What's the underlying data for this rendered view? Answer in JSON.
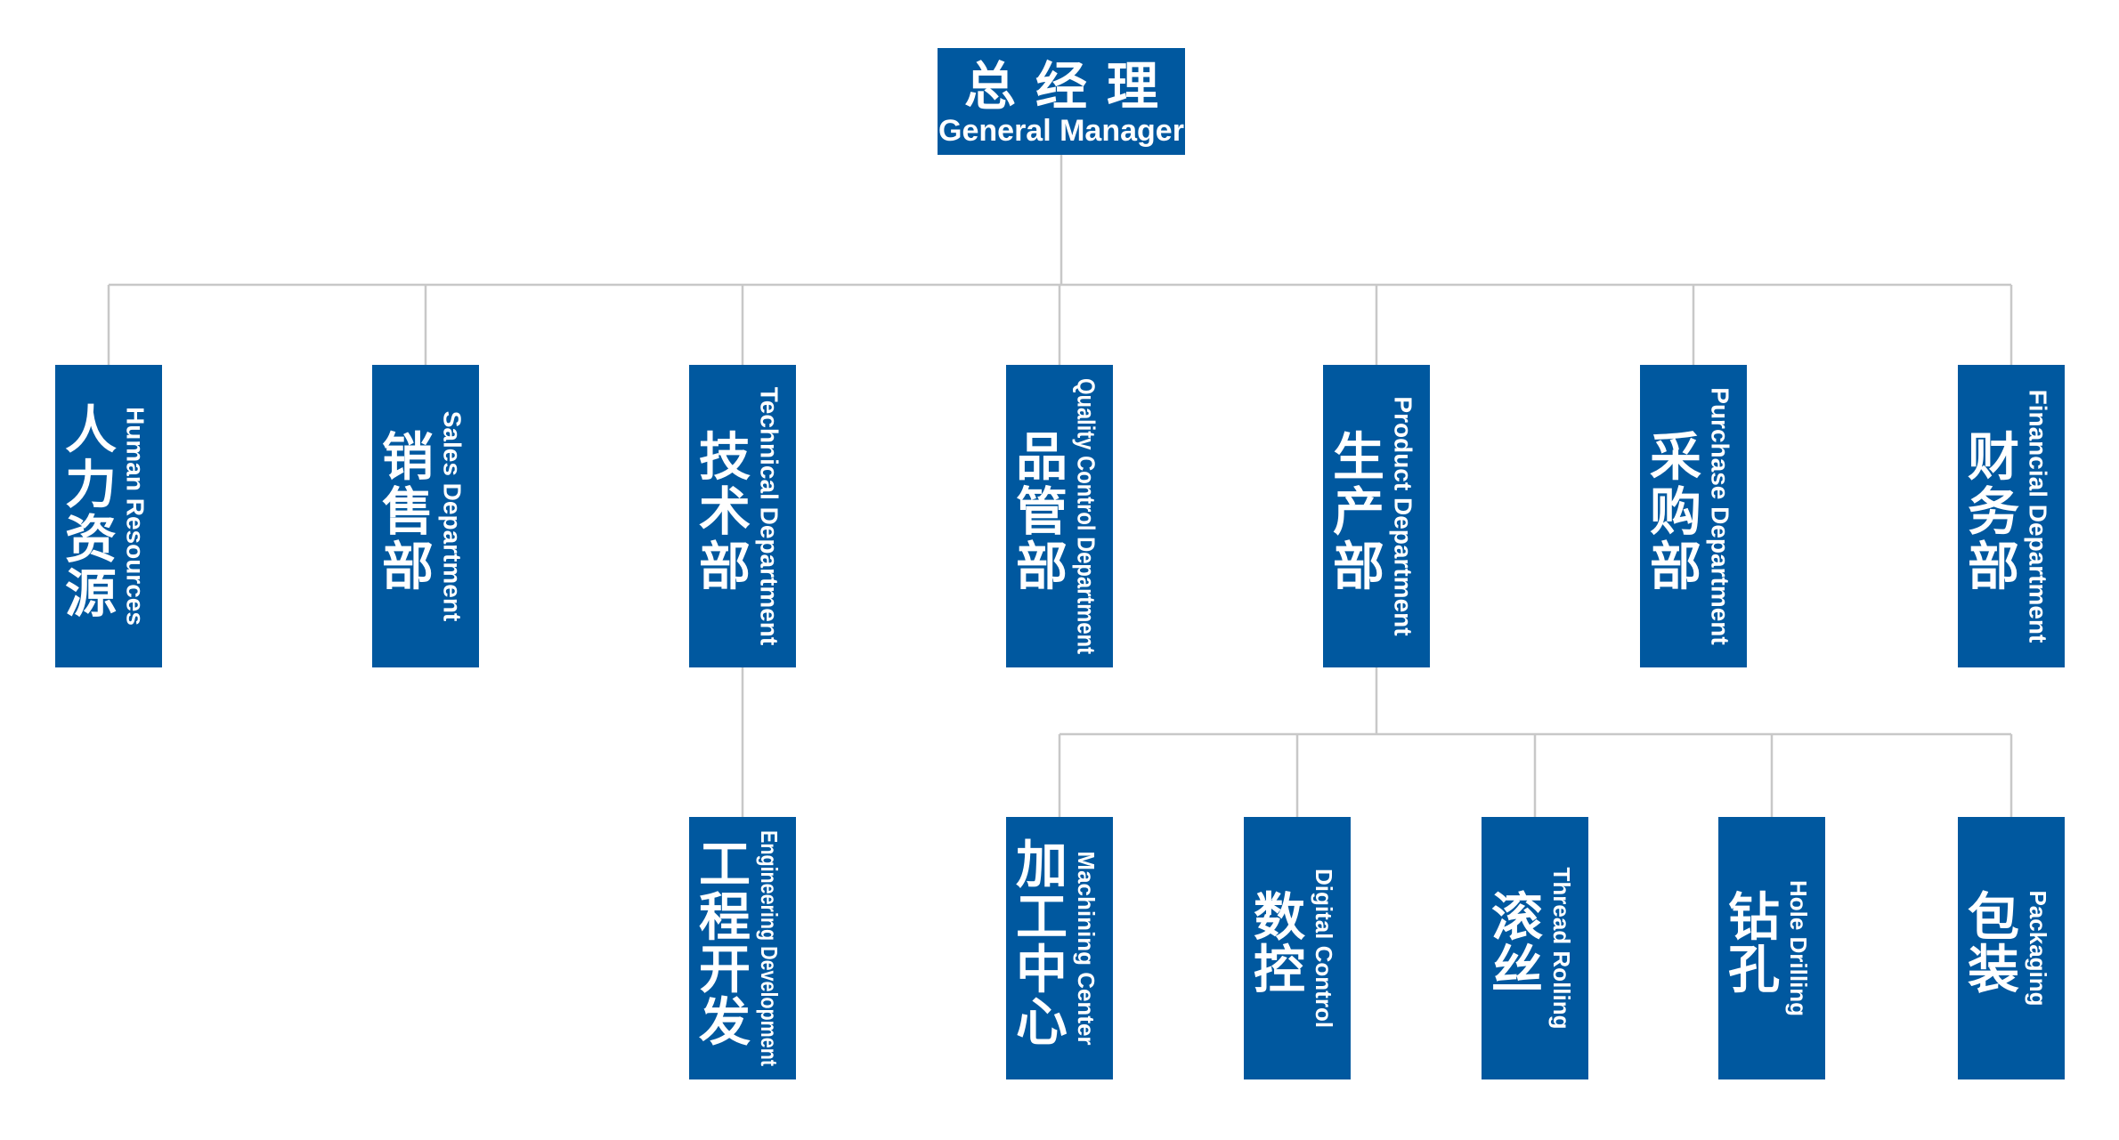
{
  "root": {
    "id": "gm",
    "cn": "总经理",
    "en": "General Manager"
  },
  "departments": [
    {
      "id": "hr",
      "cn": "人力资源",
      "en": "Human Resources"
    },
    {
      "id": "sales",
      "cn": "销售部",
      "en": "Sales Department"
    },
    {
      "id": "tech",
      "cn": "技术部",
      "en": "Technical Department"
    },
    {
      "id": "qc",
      "cn": "品管部",
      "en": "Quality Control Department"
    },
    {
      "id": "prod",
      "cn": "生产部",
      "en": "Product Department"
    },
    {
      "id": "purchase",
      "cn": "采购部",
      "en": "Purchase Department"
    },
    {
      "id": "finance",
      "cn": "财务部",
      "en": "Financial Department"
    }
  ],
  "subunits": [
    {
      "id": "engineering",
      "parent": "tech",
      "cn": "工程开发",
      "en": "Engineering Development"
    },
    {
      "id": "machining",
      "parent": "prod",
      "cn": "加工中心",
      "en": "Machining Center"
    },
    {
      "id": "cnc",
      "parent": "prod",
      "cn": "数控",
      "en": "Digital Control"
    },
    {
      "id": "thread",
      "parent": "prod",
      "cn": "滚丝",
      "en": "Thread Rolling"
    },
    {
      "id": "drilling",
      "parent": "prod",
      "cn": "钻孔",
      "en": "Hole Drilling"
    },
    {
      "id": "packaging",
      "parent": "prod",
      "cn": "包装",
      "en": "Packaging"
    }
  ],
  "colors": {
    "box": "#00589F",
    "connector": "#c8c8c8",
    "text": "#ffffff"
  }
}
